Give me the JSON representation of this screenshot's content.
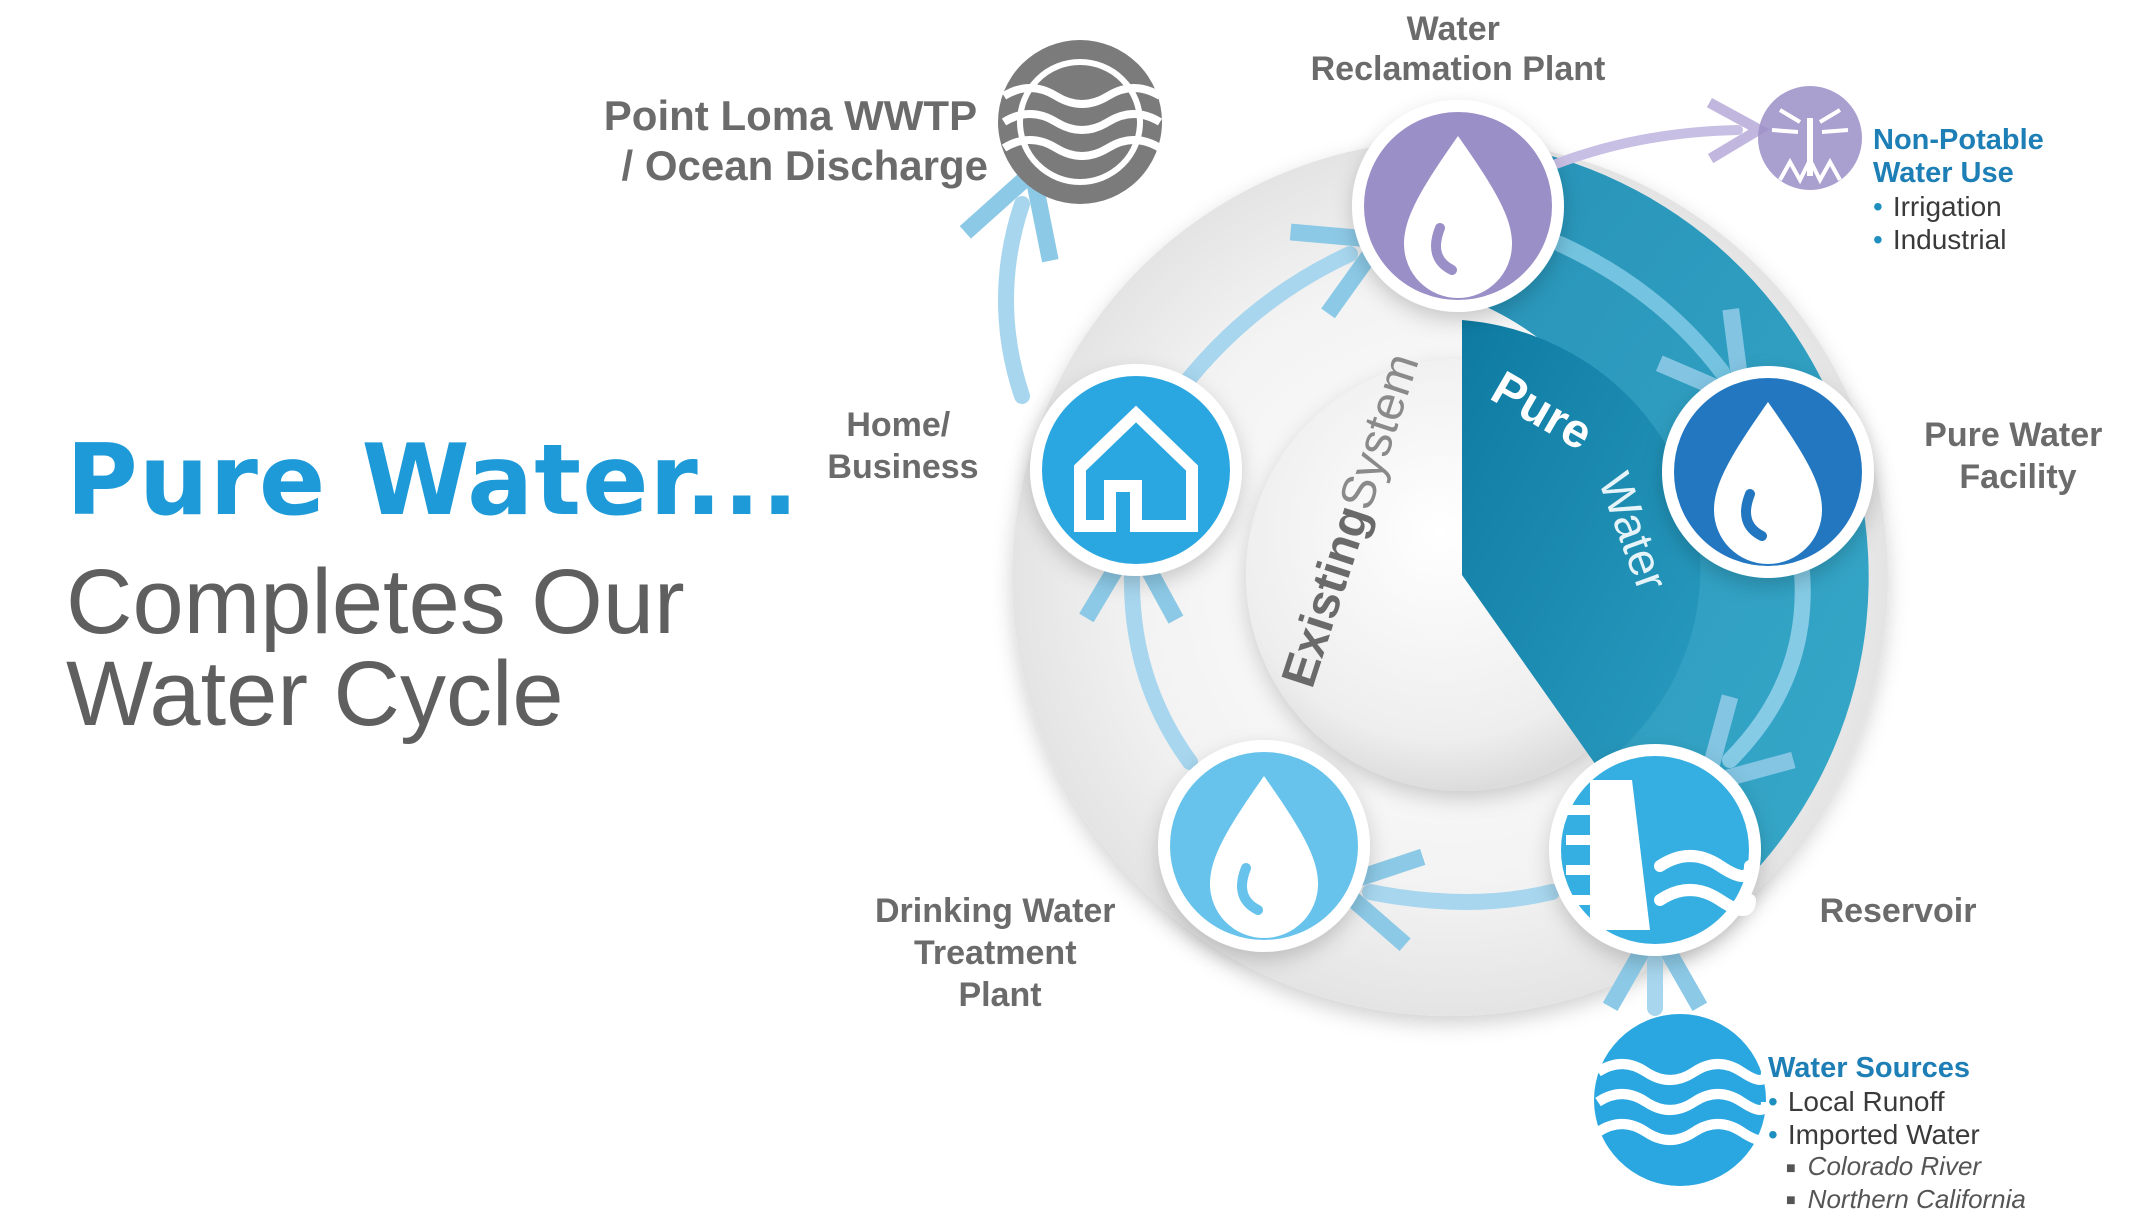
{
  "headline": {
    "title": "Pure Water...",
    "subtitle_line1": "Completes Our",
    "subtitle_line2": "Water Cycle"
  },
  "center": {
    "existing_bold": "Existing",
    "existing_light": "System",
    "pure_bold": "Pure",
    "pure_light": "Water"
  },
  "nodes": {
    "water_reclamation": {
      "line1": "Water",
      "line2": "Reclamation Plant",
      "icon": "water-drop-icon",
      "color": "#9b8fc7"
    },
    "pure_water_facility": {
      "line1": "Pure Water",
      "line2": "Facility",
      "icon": "water-drop-icon",
      "color": "#2277c0"
    },
    "reservoir": {
      "label": "Reservoir",
      "icon": "dam-icon",
      "color": "#35aee2"
    },
    "drinking_water": {
      "line1": "Drinking Water",
      "line2": "Treatment",
      "line3": "Plant",
      "icon": "water-drop-icon",
      "color": "#67c3ec"
    },
    "home_business": {
      "line1": "Home/",
      "line2": "Business",
      "icon": "house-icon",
      "color": "#2ca6e0"
    },
    "point_loma": {
      "line1": "Point Loma WWTP",
      "line2": "/ Ocean Discharge",
      "icon": "ocean-waves-icon",
      "color": "#7b7b7b"
    }
  },
  "non_potable": {
    "line1": "Non-Potable",
    "line2": "Water Use",
    "bullets": [
      "Irrigation",
      "Industrial"
    ],
    "icon": "sprinkler-icon",
    "color": "#9b8fc7"
  },
  "water_sources": {
    "title": "Water Sources",
    "bullets": [
      "Local Runoff",
      "Imported Water"
    ],
    "sub_bullets": [
      "Colorado River",
      "Northern California"
    ],
    "icon": "water-waves-icon",
    "color": "#2aa6e0"
  },
  "colors": {
    "brand_blue": "#1e9ad8",
    "pure_teal": "#1f8fb5",
    "gray_text": "#6b6b6b"
  }
}
